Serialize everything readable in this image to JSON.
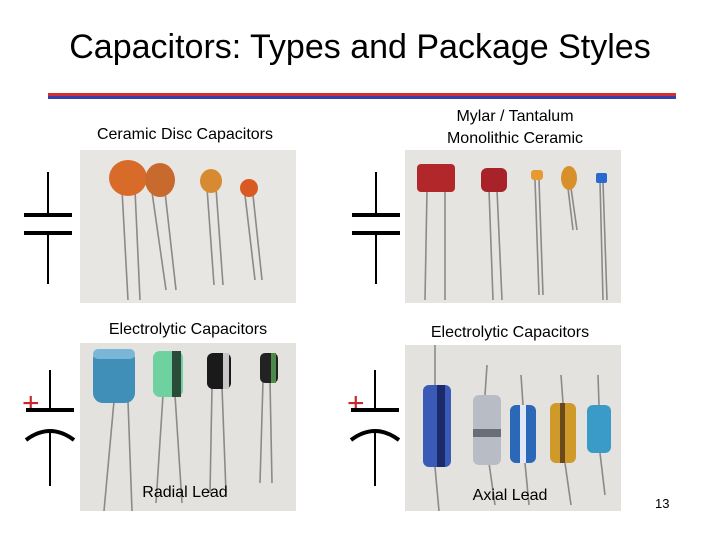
{
  "slide": {
    "title": "Capacitors: Types and Package Styles",
    "page_number": "13"
  },
  "panels": {
    "top_left": {
      "label": "Ceramic Disc Capacitors"
    },
    "top_right": {
      "label_line1": "Mylar / Tantalum",
      "label_line2": "Monolithic Ceramic"
    },
    "bottom_left": {
      "label": "Electrolytic Capacitors",
      "caption": "Radial Lead"
    },
    "bottom_right": {
      "label": "Electrolytic Capacitors",
      "caption": "Axial Lead"
    }
  },
  "symbols": {
    "polarized_sign": "+"
  },
  "colors": {
    "rule_red": "#d03030",
    "rule_blue": "#3540a8",
    "photo_bg": "#e8e6e2",
    "ceramic_orange": "#d86a2a",
    "mylar_red": "#b2282a",
    "radial_blue": "#3f8fb8",
    "radial_green": "#6fd0a0",
    "axial_blue": "#3a5ab8",
    "axial_silver": "#b8bcc4",
    "axial_gold": "#d09a2a"
  }
}
